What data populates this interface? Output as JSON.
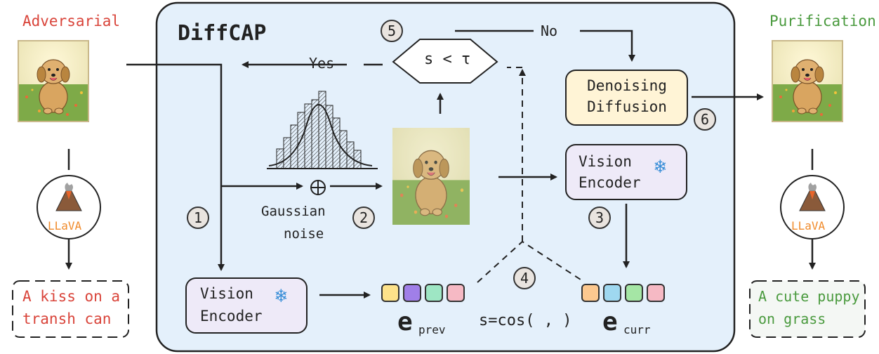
{
  "header": {
    "left_title": "Adversarial",
    "right_title": "Purification",
    "panel_title": "DiffCAP"
  },
  "steps": [
    "1",
    "2",
    "3",
    "4",
    "5",
    "6"
  ],
  "decision": {
    "label": "s < τ",
    "yes_label": "Yes",
    "no_label": "No"
  },
  "blocks": {
    "denoising_line1": "Denoising",
    "denoising_line2": "Diffusion",
    "vision_encoder_line1": "Vision",
    "vision_encoder_line2": "Encoder",
    "noise_line1": "Gaussian",
    "noise_line2": "noise",
    "model_name": "LLaVA"
  },
  "embeddings": {
    "prev_symbol": "e",
    "prev_sub": "prev",
    "curr_symbol": "e",
    "curr_sub": "curr",
    "similarity": "s=cos( , )",
    "prev_colors": [
      "#fde28a",
      "#a07fe8",
      "#9ee6c4",
      "#f6b9c4"
    ],
    "curr_colors": [
      "#fcc88f",
      "#9fd8f0",
      "#a5e6a5",
      "#f6b9c4"
    ]
  },
  "captions": {
    "left_line1": "A kiss on a",
    "left_line2": "transh can",
    "right_line1": "A cute puppy",
    "right_line2": "on grass"
  },
  "icons": [
    "puppy-image",
    "volcano-icon",
    "snowflake-icon",
    "histogram-icon",
    "oplus-icon"
  ],
  "colors": {
    "adversarial": "#d9443a",
    "purification": "#4a9a3e",
    "panel_bg": "#e4f0fb",
    "denoise_bg": "#fff4d6",
    "encoder_bg": "#eeeaf8",
    "llava": "#f08a2a"
  }
}
